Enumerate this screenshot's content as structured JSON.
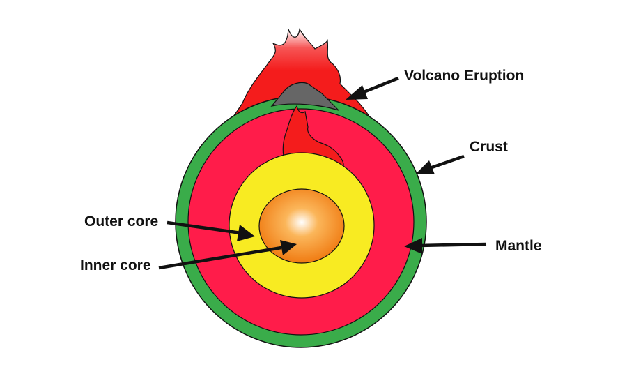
{
  "labels": {
    "volcano_eruption": "Volcano Eruption",
    "crust": "Crust",
    "mantle": "Mantle",
    "outer_core": "Outer core",
    "inner_core": "Inner core"
  },
  "colors": {
    "crust": "#3aac4a",
    "mantle": "#ff1c4a",
    "outer_core": "#f8eb22",
    "inner_core_edge": "#f07b12",
    "inner_core_center": "#ffffff",
    "lava": "#f41c1c",
    "volcano_cone": "#666666",
    "arrow": "#111111"
  }
}
